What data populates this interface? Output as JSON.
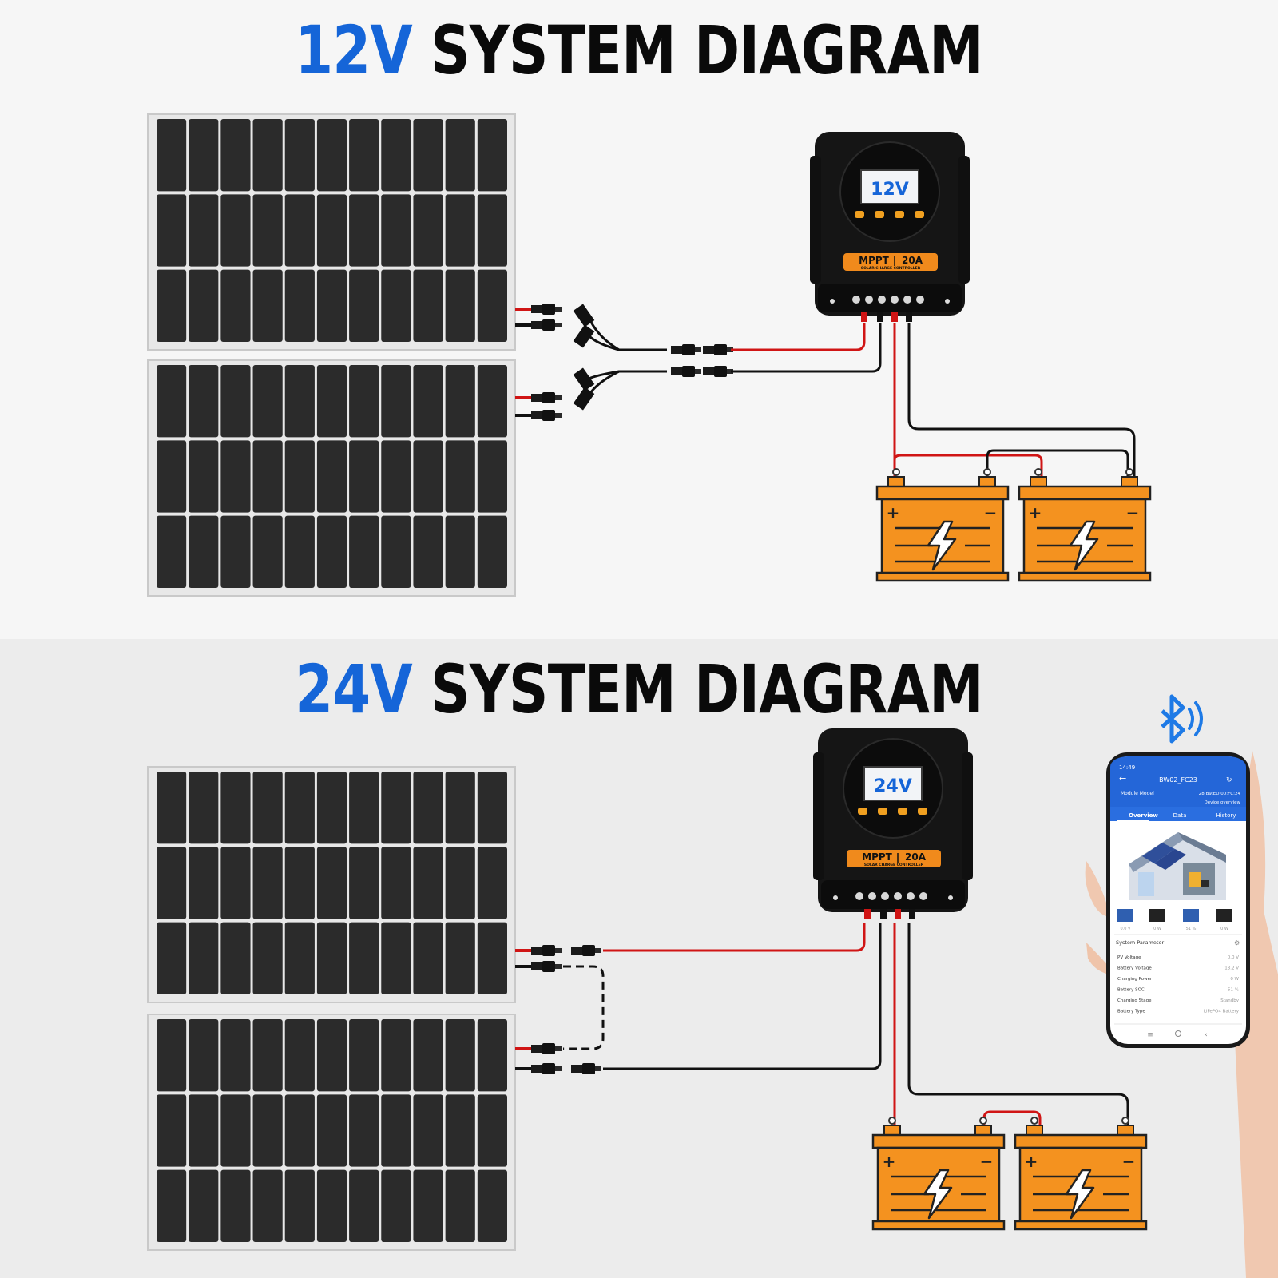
{
  "diagram_12v": {
    "title_voltage": "12V",
    "title_rest": "SYSTEM DIAGRAM",
    "controller": {
      "display": "12V",
      "model": "MPPT",
      "current": "20A",
      "subtitle": "SOLAR CHARGE CONTROLLER"
    },
    "batteries": [
      {
        "pos": "+",
        "neg": "−"
      },
      {
        "pos": "+",
        "neg": "−"
      }
    ],
    "wiring": "parallel"
  },
  "diagram_24v": {
    "title_voltage": "24V",
    "title_rest": "SYSTEM DIAGRAM",
    "controller": {
      "display": "24V",
      "model": "MPPT",
      "current": "20A",
      "subtitle": "SOLAR CHARGE CONTROLLER"
    },
    "batteries": [
      {
        "pos": "+",
        "neg": "−"
      },
      {
        "pos": "+",
        "neg": "−"
      }
    ],
    "wiring": "series"
  },
  "phone_app": {
    "status_time": "14:49",
    "device_name": "BW02_FC23",
    "module_label": "Module Model",
    "mac": "28:B9:ED:00:FC:24",
    "overview_link": "Device overview",
    "tabs": [
      "Overview",
      "Data",
      "History"
    ],
    "tile_values": [
      "0.0 V",
      "0 W",
      "51 %",
      "0 W"
    ],
    "params_title": "System Parameter",
    "params": [
      {
        "label": "PV Voltage",
        "value": "0.0 V"
      },
      {
        "label": "Battery Voltage",
        "value": "13.2 V"
      },
      {
        "label": "Charging Power",
        "value": "0 W"
      },
      {
        "label": "Battery SOC",
        "value": "51 %"
      },
      {
        "label": "Charging Stage",
        "value": "Standby"
      },
      {
        "label": "Battery Type",
        "value": "LiFePO4 Battery"
      }
    ]
  },
  "colors": {
    "accent_blue": "#1565d8",
    "wire_red": "#d01515",
    "wire_black": "#111111",
    "battery_orange": "#f4921f",
    "controller_orange": "#f08a1c",
    "bluetooth_blue": "#1e7ae6"
  }
}
